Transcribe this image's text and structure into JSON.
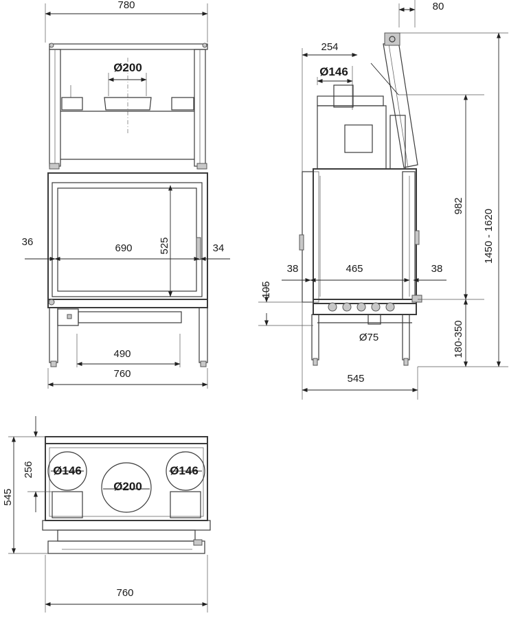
{
  "front_view": {
    "width_top": "780",
    "flue_diameter": "Ø200",
    "left_margin": "36",
    "glass_width": "690",
    "glass_height": "525",
    "right_margin": "34",
    "leg_spacing": "490",
    "base_width": "760"
  },
  "side_view": {
    "flue_offset_top": "80",
    "air_offset": "254",
    "air_diameter": "Ø146",
    "height_body": "982",
    "height_total": "1450 - 1620",
    "left_margin": "38",
    "inner_depth": "465",
    "right_margin": "38",
    "bottom_offset": "105",
    "inlet_diameter": "Ø75",
    "leg_height": "180-350",
    "depth": "545"
  },
  "top_view": {
    "depth": "545",
    "offset": "256",
    "left_hole": "Ø146",
    "center_hole": "Ø200",
    "right_hole": "Ø146",
    "width": "760"
  }
}
